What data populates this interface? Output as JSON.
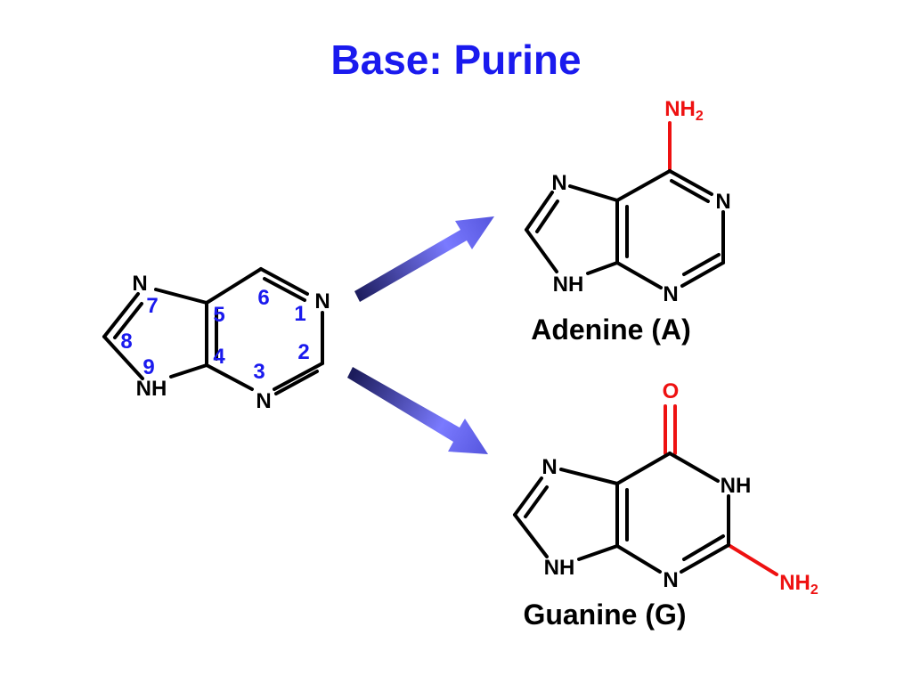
{
  "title": "Base: Purine",
  "purine": {
    "atoms": {
      "n7": "N",
      "n1": "N",
      "n9": "NH",
      "n3": "N"
    },
    "numbers": [
      "1",
      "2",
      "3",
      "4",
      "5",
      "6",
      "7",
      "8",
      "9"
    ]
  },
  "adenine": {
    "caption": "Adenine (A)",
    "amino": {
      "main": "NH",
      "sub": "2"
    },
    "atoms": {
      "n7": "N",
      "n1": "N",
      "n9": "NH",
      "n3": "N"
    }
  },
  "guanine": {
    "caption": "Guanine (G)",
    "oxygen": "O",
    "amino": {
      "main": "NH",
      "sub": "2"
    },
    "atoms": {
      "n7": "N",
      "n1": "NH",
      "n9": "NH",
      "n3": "N"
    }
  },
  "colors": {
    "title": "#1a1aee",
    "substituent": "#ee1111",
    "numbering": "#1a1aee",
    "arrow_dark": "#1c1c5c",
    "arrow_light": "#7a7aff"
  }
}
